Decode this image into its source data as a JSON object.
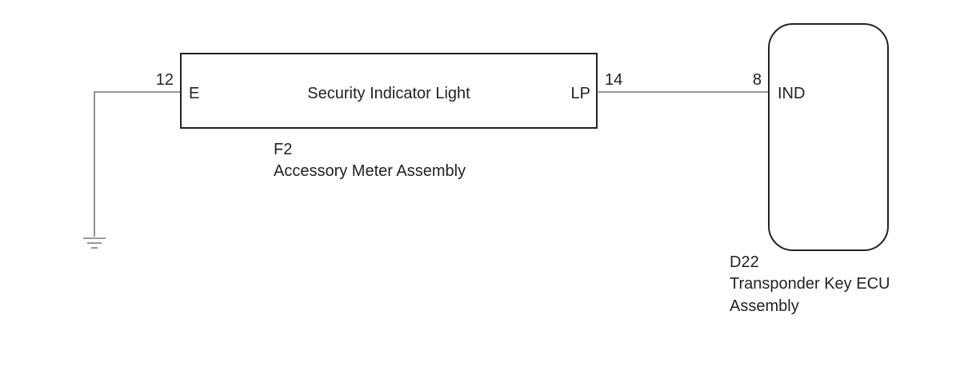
{
  "meter": {
    "indicator_label": "Security Indicator Light",
    "pin_left_name": "E",
    "pin_left_number": "12",
    "pin_right_name": "LP",
    "pin_right_number": "14",
    "code": "F2",
    "name": "Accessory Meter Assembly"
  },
  "ecu": {
    "pin_name": "IND",
    "pin_number": "8",
    "code": "D22",
    "name_line1": "Transponder Key ECU",
    "name_line2": "Assembly"
  },
  "ground": {
    "icon": "ground-icon"
  },
  "colors": {
    "line": "#222222",
    "wire": "#777777"
  }
}
